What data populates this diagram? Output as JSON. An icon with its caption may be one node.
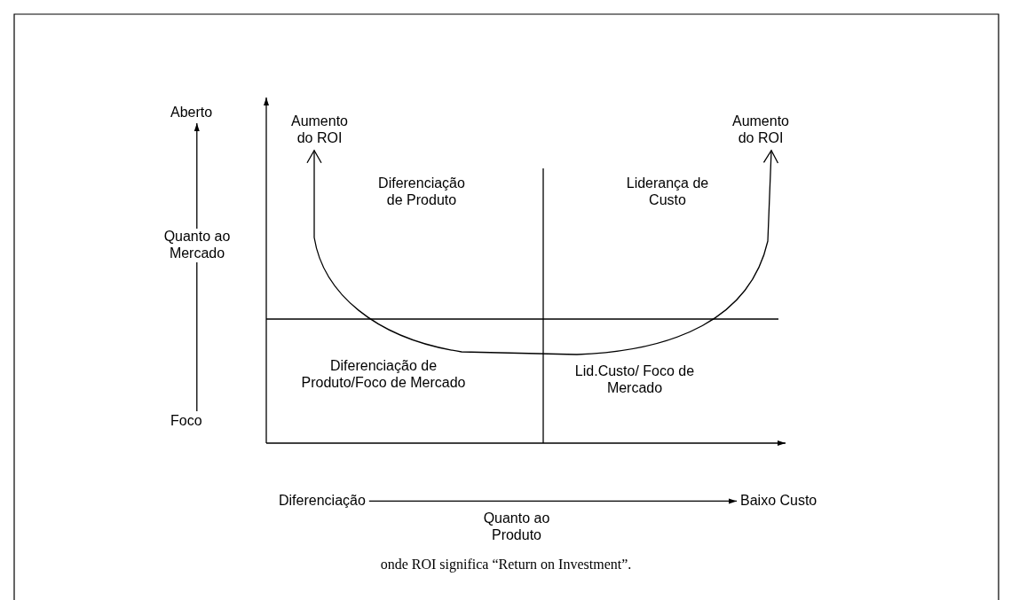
{
  "diagram": {
    "caption": "onde ROI significa “Return on Investment”.",
    "nodes": [
      {
        "text": [
          "Aberto"
        ]
      },
      {
        "text": [
          "Foco"
        ]
      },
      {
        "text": [
          "Diferenciação"
        ]
      },
      {
        "text": [
          "Baixo Custo"
        ]
      },
      {
        "text": [
          "Aumento do ROI"
        ]
      },
      {
        "text": [
          "Aumento do ROI"
        ]
      }
    ],
    "edges": [
      {
        "from": 1,
        "to": 0,
        "arrow": "to"
      },
      {
        "from": 2,
        "to": 3,
        "arrow": "to"
      },
      {
        "from": 4,
        "to": 5,
        "arrow": "both"
      }
    ],
    "labels": [
      "Quanto ao Mercado",
      "Diferenciação de Produto",
      "Liderança de Custo",
      "Diferenciação de Produto/Foco de Mercado",
      "Lid.Custo/ Foco de Mercado",
      "Quanto ao Produto"
    ]
  }
}
